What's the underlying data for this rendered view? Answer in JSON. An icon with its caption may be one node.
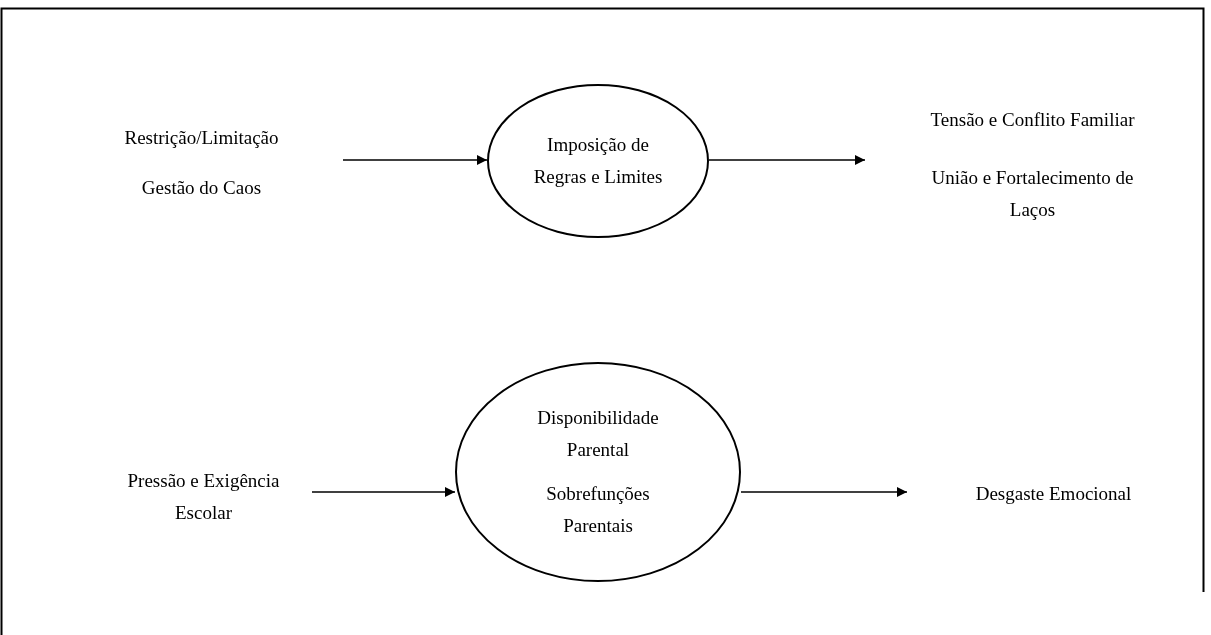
{
  "diagram": {
    "nodes": [
      {
        "text": [
          "Restrição/Limitação",
          "Gestão do Caos"
        ]
      },
      {
        "text": [
          "Imposição de Regras e Limites"
        ]
      },
      {
        "text": [
          "Tensão e Conflito Familiar",
          "União e Fortalecimento de Laços"
        ]
      },
      {
        "text": [
          "Pressão e Exigência Escolar"
        ]
      },
      {
        "text": [
          "Disponibilidade Parental",
          "Sobrefunções Parentais"
        ]
      },
      {
        "text": [
          "Desgaste Emocional"
        ]
      }
    ],
    "edges": [
      {
        "from": 0,
        "to": 1,
        "arrow": "to"
      },
      {
        "from": 1,
        "to": 2,
        "arrow": "to"
      },
      {
        "from": 3,
        "to": 4,
        "arrow": "to"
      },
      {
        "from": 4,
        "to": 5,
        "arrow": "to"
      }
    ]
  }
}
